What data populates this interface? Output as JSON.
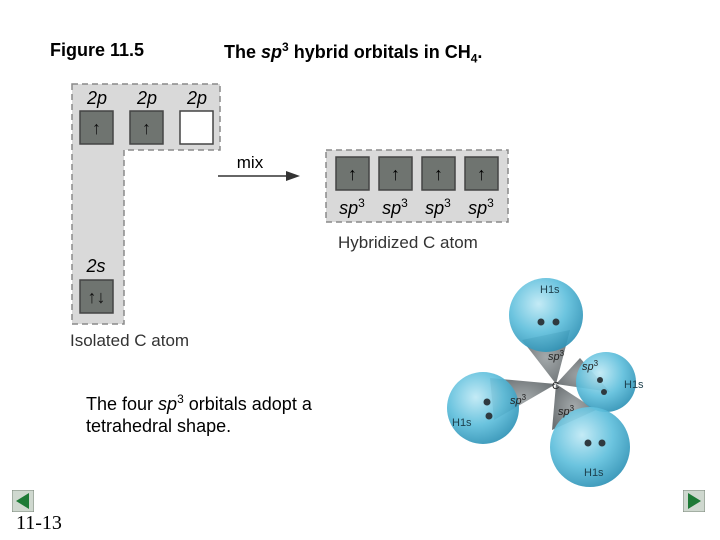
{
  "figure": {
    "label": "Figure 11.5",
    "title_prefix": "The ",
    "title_italic": "sp",
    "title_sup": "3",
    "title_middle": " hybrid orbitals in CH",
    "title_sub": "4",
    "title_suffix": "."
  },
  "isolated_atom": {
    "p_labels": [
      "2p",
      "2p",
      "2p"
    ],
    "p_electrons": [
      "↑",
      "↑",
      ""
    ],
    "s_label": "2s",
    "s_electrons": "↑↓",
    "caption": "Isolated C atom"
  },
  "mix_label": "mix",
  "hybridized_atom": {
    "electrons": [
      "↑",
      "↑",
      "↑",
      "↑"
    ],
    "orbital_labels": [
      "sp",
      "sp",
      "sp",
      "sp"
    ],
    "orbital_sup": "3",
    "caption": "Hybridized C atom"
  },
  "methane": {
    "h_labels": [
      "H1s",
      "H1s",
      "H1s",
      "H1s"
    ],
    "sp3_labels": [
      "sp",
      "sp",
      "sp",
      "sp"
    ],
    "sp3_sup": "3",
    "center_label": "C"
  },
  "caption": {
    "line1_prefix": "The four ",
    "line1_italic": "sp",
    "line1_sup": "3",
    "line1_suffix": " orbitals adopt a",
    "line2": "tetrahedral shape."
  },
  "slide_number": "11-13",
  "colors": {
    "panel_fill": "#d9d9d9",
    "box_fill": "#6f7470",
    "orbital_blue": "#5fbfdc",
    "nav_green": "#1e7a36"
  },
  "icons": {
    "prev": "left-triangle-icon",
    "next": "right-triangle-icon"
  }
}
